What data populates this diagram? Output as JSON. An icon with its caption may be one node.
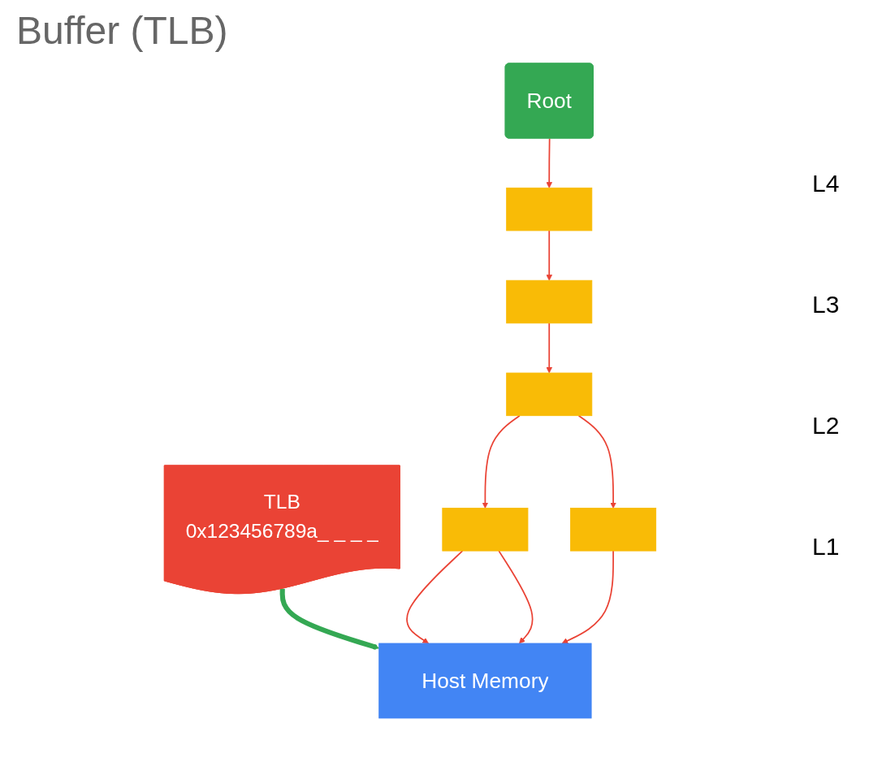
{
  "diagram": {
    "title": "Buffer (TLB)",
    "nodes": [
      {
        "text": [
          "Root"
        ]
      },
      {
        "text": [
          "TLB",
          "0x123456789a_ _ _ _"
        ]
      },
      {
        "text": [],
        "shape": "bar"
      },
      {
        "text": [],
        "shape": "bar"
      },
      {
        "text": [],
        "shape": "bar"
      },
      {
        "text": [],
        "shape": "bar"
      },
      {
        "text": [],
        "shape": "bar"
      },
      {
        "text": [
          "Host Memory"
        ]
      }
    ],
    "edges": [
      {
        "from": 0,
        "to": 2,
        "arrow": "to"
      },
      {
        "from": 2,
        "to": 3,
        "arrow": "to"
      },
      {
        "from": 3,
        "to": 4,
        "arrow": "to"
      },
      {
        "from": 4,
        "to": 5,
        "arrow": "to"
      },
      {
        "from": 4,
        "to": 6,
        "arrow": "to"
      },
      {
        "from": 1,
        "to": 7,
        "arrow": "to",
        "style": "thick",
        "color": "#34a853"
      },
      {
        "from": 5,
        "to": 7,
        "arrow": "to"
      },
      {
        "from": 5,
        "to": 7,
        "arrow": "to"
      },
      {
        "from": 6,
        "to": 7,
        "arrow": "to"
      }
    ],
    "labels": [
      "L4",
      "L3",
      "L2",
      "L1"
    ]
  }
}
